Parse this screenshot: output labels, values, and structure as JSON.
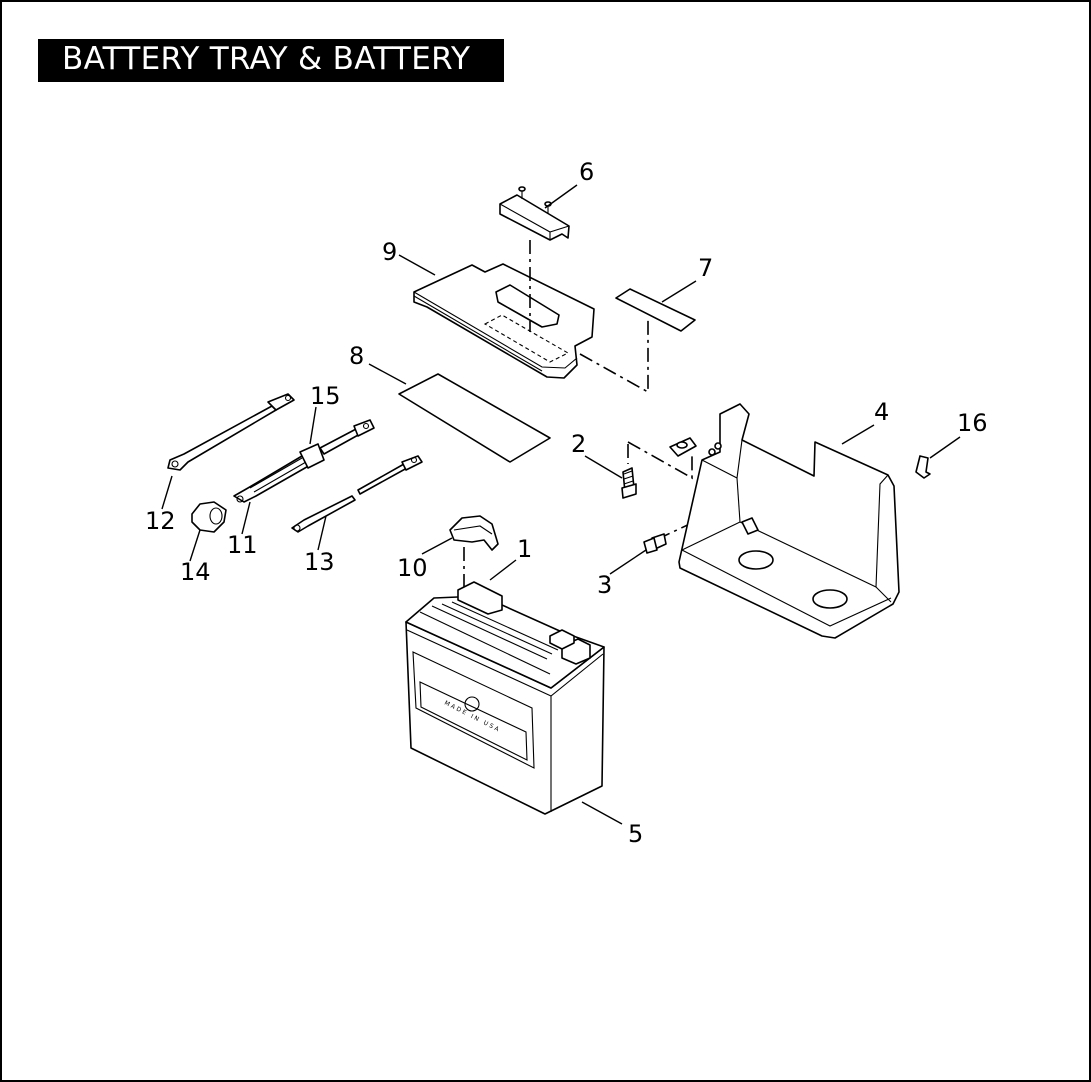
{
  "title": "BATTERY TRAY & BATTERY",
  "battery_label": "MADE IN USA",
  "callouts": [
    "1",
    "2",
    "3",
    "4",
    "5",
    "6",
    "7",
    "8",
    "9",
    "10",
    "11",
    "12",
    "13",
    "14",
    "15",
    "16"
  ]
}
